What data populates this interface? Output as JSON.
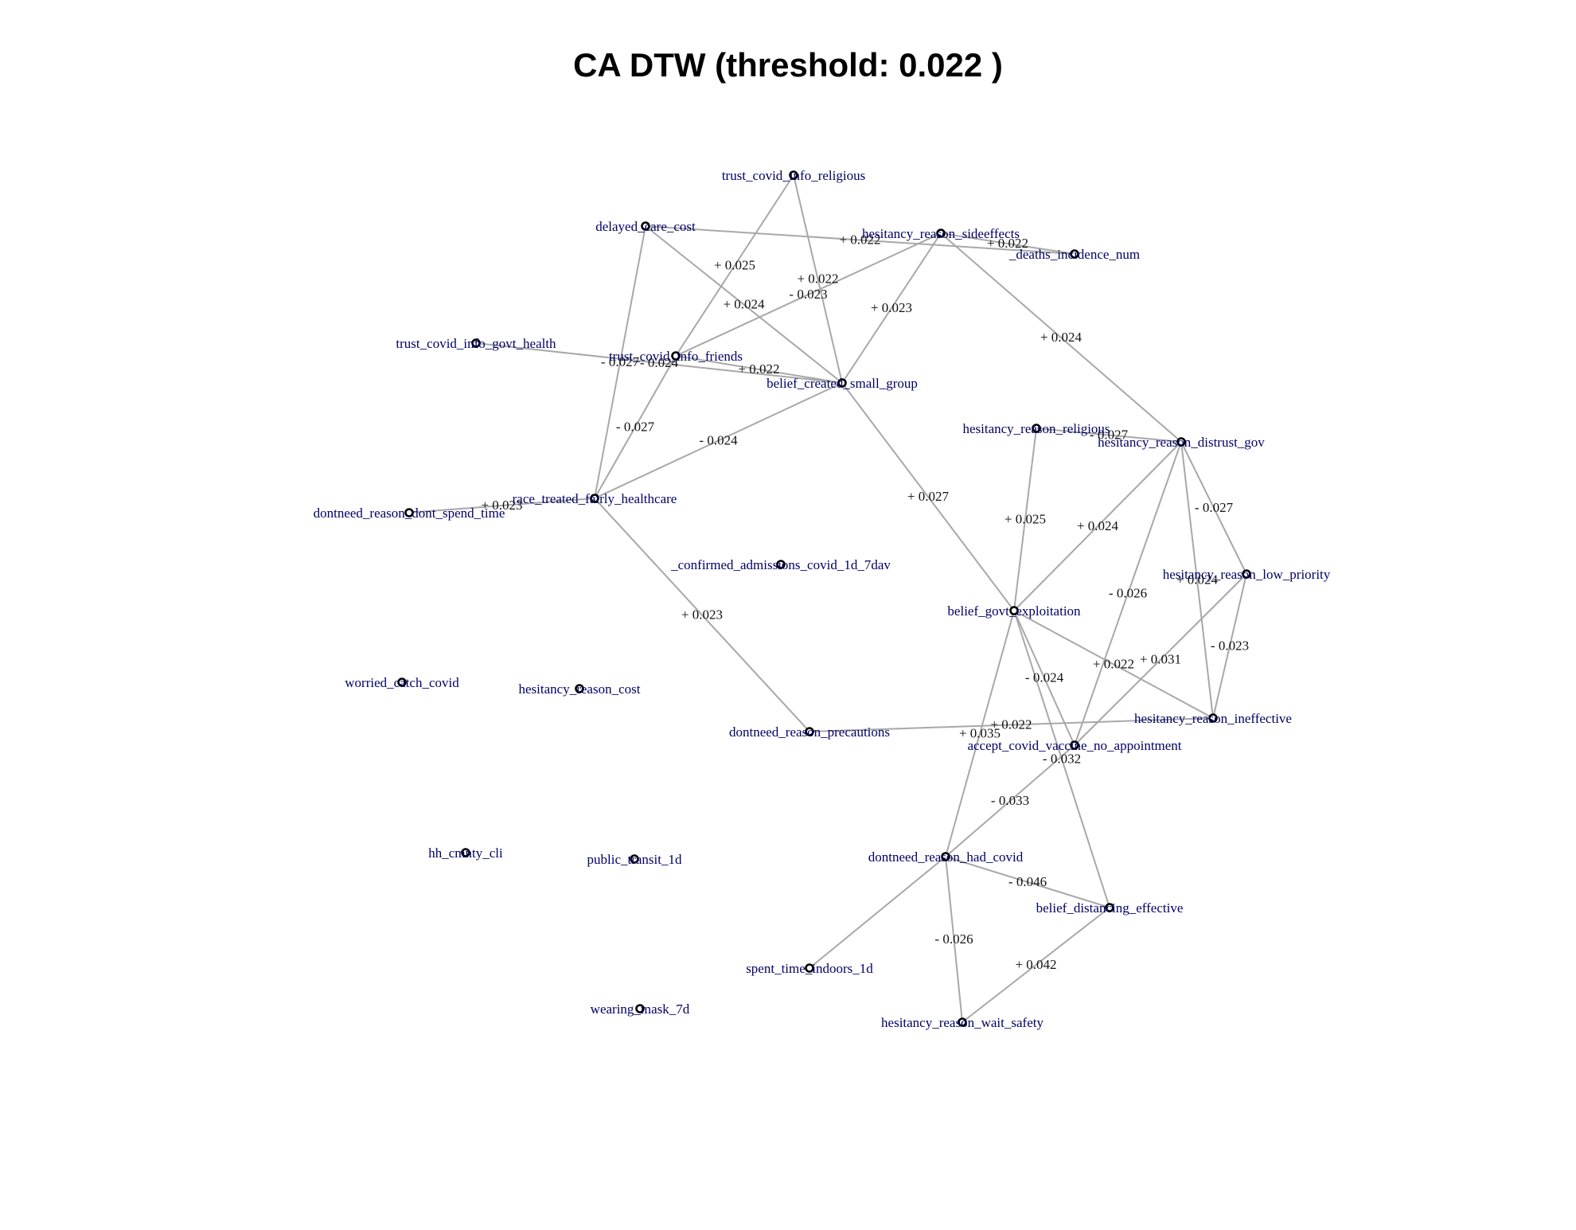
{
  "title": "CA DTW (threshold: 0.022 )",
  "colors": {
    "edge": "#a8a8a8",
    "node_stroke": "#000000",
    "node_label": "#000066",
    "edge_label": "#111111"
  },
  "nodes": [
    {
      "id": "trust_covid_info_religious",
      "label": "trust_covid_info_religious"
    },
    {
      "id": "delayed_care_cost",
      "label": "delayed_care_cost"
    },
    {
      "id": "hesitancy_reason_sideeffects",
      "label": "hesitancy_reason_sideeffects"
    },
    {
      "id": "_deaths_incidence_num",
      "label": "_deaths_incidence_num"
    },
    {
      "id": "trust_covid_info_govt_health",
      "label": "trust_covid_info_govt_health"
    },
    {
      "id": "trust_covid_info_friends",
      "label": "trust_covid_info_friends"
    },
    {
      "id": "belief_created_small_group",
      "label": "belief_created_small_group"
    },
    {
      "id": "hesitancy_reason_religious",
      "label": "hesitancy_reason_religious"
    },
    {
      "id": "hesitancy_reason_distrust_gov",
      "label": "hesitancy_reason_distrust_gov"
    },
    {
      "id": "race_treated_fairly_healthcare",
      "label": "race_treated_fairly_healthcare"
    },
    {
      "id": "dontneed_reason_dont_spend_time",
      "label": "dontneed_reason_dont_spend_time"
    },
    {
      "id": "_confirmed_admissions_covid_1d_7dav",
      "label": "_confirmed_admissions_covid_1d_7dav"
    },
    {
      "id": "hesitancy_reason_low_priority",
      "label": "hesitancy_reason_low_priority"
    },
    {
      "id": "belief_govt_exploitation",
      "label": "belief_govt_exploitation"
    },
    {
      "id": "worried_catch_covid",
      "label": "worried_catch_covid"
    },
    {
      "id": "hesitancy_reason_cost",
      "label": "hesitancy_reason_cost"
    },
    {
      "id": "dontneed_reason_precautions",
      "label": "dontneed_reason_precautions"
    },
    {
      "id": "hesitancy_reason_ineffective",
      "label": "hesitancy_reason_ineffective"
    },
    {
      "id": "accept_covid_vaccine_no_appointment",
      "label": "accept_covid_vaccine_no_appointment"
    },
    {
      "id": "hh_cmnty_cli",
      "label": "hh_cmnty_cli"
    },
    {
      "id": "public_transit_1d",
      "label": "public_transit_1d"
    },
    {
      "id": "dontneed_reason_had_covid",
      "label": "dontneed_reason_had_covid"
    },
    {
      "id": "belief_distancing_effective",
      "label": "belief_distancing_effective"
    },
    {
      "id": "spent_time_indoors_1d",
      "label": "spent_time_indoors_1d"
    },
    {
      "id": "wearing_mask_7d",
      "label": "wearing_mask_7d"
    },
    {
      "id": "hesitancy_reason_wait_safety",
      "label": "hesitancy_reason_wait_safety"
    }
  ],
  "edges": [
    {
      "source": "delayed_care_cost",
      "target": "_deaths_incidence_num",
      "label": "+ 0.022"
    },
    {
      "source": "hesitancy_reason_sideeffects",
      "target": "_deaths_incidence_num",
      "label": "+ 0.022"
    },
    {
      "source": "trust_covid_info_religious",
      "target": "trust_covid_info_friends",
      "label": "+ 0.025"
    },
    {
      "source": "trust_covid_info_religious",
      "target": "belief_created_small_group",
      "label": "+ 0.022"
    },
    {
      "source": "delayed_care_cost",
      "target": "race_treated_fairly_healthcare",
      "label": "- 0.027"
    },
    {
      "source": "delayed_care_cost",
      "target": "belief_created_small_group",
      "label": "+ 0.024"
    },
    {
      "source": "hesitancy_reason_sideeffects",
      "target": "trust_covid_info_friends",
      "label": "- 0.023"
    },
    {
      "source": "hesitancy_reason_sideeffects",
      "target": "belief_created_small_group",
      "label": "+ 0.023"
    },
    {
      "source": "hesitancy_reason_sideeffects",
      "target": "hesitancy_reason_distrust_gov",
      "label": "+ 0.024"
    },
    {
      "source": "trust_covid_info_govt_health",
      "target": "belief_created_small_group",
      "label": "- 0.024"
    },
    {
      "source": "trust_covid_info_friends",
      "target": "belief_created_small_group",
      "label": "+ 0.022"
    },
    {
      "source": "trust_covid_info_friends",
      "target": "race_treated_fairly_healthcare",
      "label": "- 0.027"
    },
    {
      "source": "belief_created_small_group",
      "target": "race_treated_fairly_healthcare",
      "label": "- 0.024"
    },
    {
      "source": "belief_created_small_group",
      "target": "belief_govt_exploitation",
      "label": "+ 0.027"
    },
    {
      "source": "dontneed_reason_dont_spend_time",
      "target": "race_treated_fairly_healthcare",
      "label": "+ 0.023"
    },
    {
      "source": "race_treated_fairly_healthcare",
      "target": "dontneed_reason_precautions",
      "label": "+ 0.023"
    },
    {
      "source": "hesitancy_reason_religious",
      "target": "hesitancy_reason_distrust_gov",
      "label": "- 0.027"
    },
    {
      "source": "hesitancy_reason_religious",
      "target": "belief_govt_exploitation",
      "label": "+ 0.025"
    },
    {
      "source": "hesitancy_reason_distrust_gov",
      "target": "belief_govt_exploitation",
      "label": "+ 0.024"
    },
    {
      "source": "hesitancy_reason_distrust_gov",
      "target": "accept_covid_vaccine_no_appointment",
      "label": "- 0.026"
    },
    {
      "source": "hesitancy_reason_distrust_gov",
      "target": "hesitancy_reason_low_priority",
      "label": "- 0.027"
    },
    {
      "source": "hesitancy_reason_distrust_gov",
      "target": "hesitancy_reason_ineffective",
      "label": "+ 0.024"
    },
    {
      "source": "hesitancy_reason_low_priority",
      "target": "accept_covid_vaccine_no_appointment",
      "label": "+ 0.031"
    },
    {
      "source": "hesitancy_reason_low_priority",
      "target": "hesitancy_reason_ineffective",
      "label": "- 0.023"
    },
    {
      "source": "belief_govt_exploitation",
      "target": "hesitancy_reason_ineffective",
      "label": "+ 0.022"
    },
    {
      "source": "belief_govt_exploitation",
      "target": "accept_covid_vaccine_no_appointment",
      "label": "- 0.024"
    },
    {
      "source": "belief_govt_exploitation",
      "target": "dontneed_reason_had_covid",
      "label": "+ 0.035"
    },
    {
      "source": "belief_govt_exploitation",
      "target": "belief_distancing_effective",
      "label": "- 0.032"
    },
    {
      "source": "dontneed_reason_precautions",
      "target": "hesitancy_reason_ineffective",
      "label": "+ 0.022"
    },
    {
      "source": "accept_covid_vaccine_no_appointment",
      "target": "dontneed_reason_had_covid",
      "label": "- 0.033"
    },
    {
      "source": "dontneed_reason_had_covid",
      "target": "belief_distancing_effective",
      "label": "- 0.046"
    },
    {
      "source": "dontneed_reason_had_covid",
      "target": "spent_time_indoors_1d",
      "label": ""
    },
    {
      "source": "dontneed_reason_had_covid",
      "target": "hesitancy_reason_wait_safety",
      "label": "- 0.026"
    },
    {
      "source": "belief_distancing_effective",
      "target": "hesitancy_reason_wait_safety",
      "label": "+ 0.042"
    }
  ]
}
